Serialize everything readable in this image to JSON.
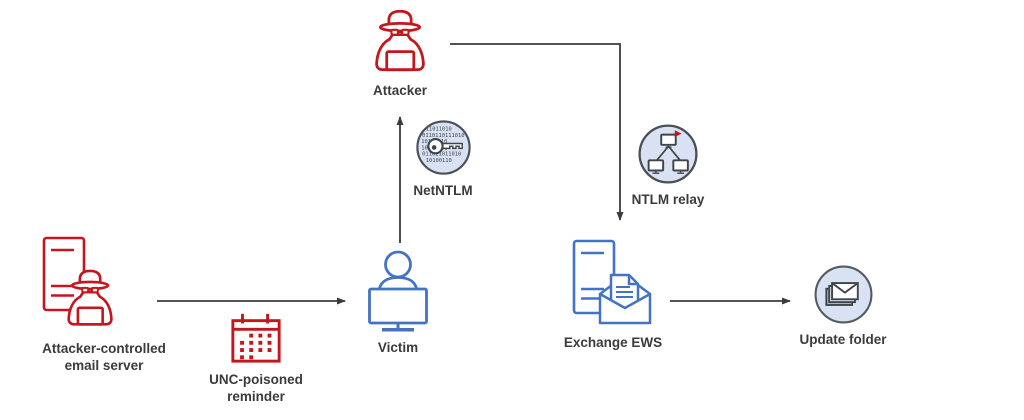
{
  "diagram": {
    "background_color": "#ffffff",
    "colors": {
      "attacker_red": "#C4161C",
      "primary_blue": "#4472C4",
      "arrow_gray": "#3B3B3B",
      "label_gray": "#3B3B3B",
      "badge_fill_light_blue": "#D9E2F3",
      "badge_outline_gray": "#4A4F57"
    },
    "nodes": {
      "attacker": {
        "label": "Attacker",
        "icon": "spy-icon"
      },
      "email_server": {
        "label": "Attacker-controlled email server",
        "line1": "Attacker-controlled",
        "line2": "email server",
        "icon": "server-spy-icon"
      },
      "unc_reminder": {
        "label": "UNC-poisoned reminder",
        "line1": "UNC-poisoned",
        "line2": "reminder",
        "icon": "calendar-icon"
      },
      "victim": {
        "label": "Victim",
        "icon": "person-workstation-icon"
      },
      "netntlm": {
        "label": "NetNTLM",
        "icon": "key-binary-icon",
        "binary_rows": [
          "11011010",
          "0110110111010",
          "10110110",
          "10101101",
          "011011011010",
          "10100110"
        ]
      },
      "ntlm_relay": {
        "label": "NTLM relay",
        "icon": "network-nodes-icon"
      },
      "exchange_ews": {
        "label": "Exchange EWS",
        "icon": "server-mail-icon"
      },
      "update_folder": {
        "label": "Update folder",
        "icon": "mail-stack-icon"
      }
    },
    "edges": [
      {
        "from": "Attacker-controlled email server",
        "to": "Victim",
        "via": "UNC-poisoned reminder"
      },
      {
        "from": "Victim",
        "to": "Attacker",
        "via": "NetNTLM"
      },
      {
        "from": "Attacker",
        "to": "Exchange EWS",
        "via": "NTLM relay"
      },
      {
        "from": "Exchange EWS",
        "to": "Update folder",
        "via": ""
      }
    ]
  }
}
